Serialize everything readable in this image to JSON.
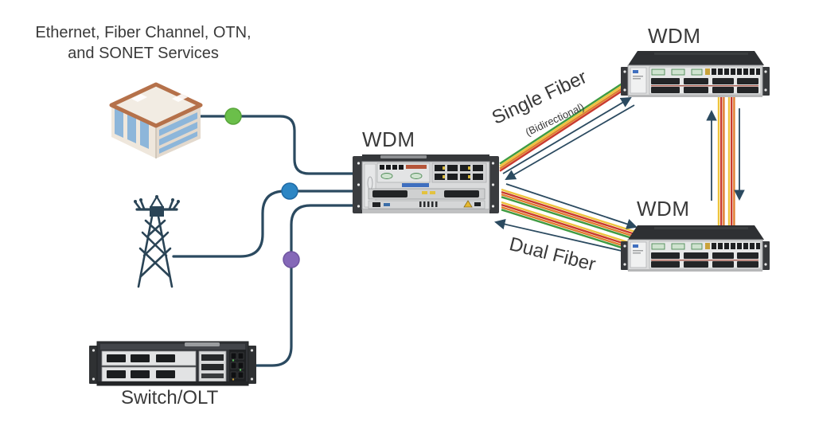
{
  "labels": {
    "services_line1": "Ethernet, Fiber Channel, OTN,",
    "services_line2": "and SONET Services",
    "wdm_central": "WDM",
    "wdm_top_right": "WDM",
    "wdm_bottom_right": "WDM",
    "switch_olt": "Switch/OLT",
    "single_fiber": "Single Fiber",
    "single_fiber_sub": "(Bidirectional)",
    "dual_fiber": "Dual Fiber"
  },
  "colors": {
    "connector_line": "#2b4a60",
    "dot_green": "#6bbf4a",
    "dot_blue": "#2d86c4",
    "dot_purple": "#8568b8",
    "fiber_green": "#3f9b41",
    "fiber_yellow": "#eec33b",
    "fiber_orange": "#e07f2e",
    "fiber_red": "#c93a2e",
    "text": "#3a3a3a"
  },
  "icons": {
    "building": "building-icon",
    "tower": "transmission-tower-icon",
    "switch": "switch-olt-device",
    "wdm_central": "wdm-central-device",
    "wdm_top_right": "wdm-top-right-device",
    "wdm_bottom_right": "wdm-bottom-right-device"
  },
  "nodes": [
    {
      "id": "services",
      "label": "Ethernet, Fiber Channel, OTN, and SONET Services"
    },
    {
      "id": "building"
    },
    {
      "id": "tower"
    },
    {
      "id": "switch-olt",
      "label": "Switch/OLT"
    },
    {
      "id": "wdm-central",
      "label": "WDM"
    },
    {
      "id": "wdm-top-right",
      "label": "WDM"
    },
    {
      "id": "wdm-bottom-right",
      "label": "WDM"
    }
  ],
  "links": [
    {
      "from": "building",
      "to": "wdm-central",
      "dot": "green"
    },
    {
      "from": "tower",
      "to": "wdm-central",
      "dot": "blue"
    },
    {
      "from": "switch-olt",
      "to": "wdm-central",
      "dot": "purple"
    },
    {
      "from": "wdm-central",
      "to": "wdm-top-right",
      "type": "single-fiber",
      "label": "Single Fiber (Bidirectional)",
      "bidirectional": true
    },
    {
      "from": "wdm-central",
      "to": "wdm-bottom-right",
      "type": "dual-fiber",
      "label": "Dual Fiber",
      "bidirectional": true
    },
    {
      "from": "wdm-top-right",
      "to": "wdm-bottom-right",
      "type": "fiber",
      "bidirectional": true
    }
  ]
}
